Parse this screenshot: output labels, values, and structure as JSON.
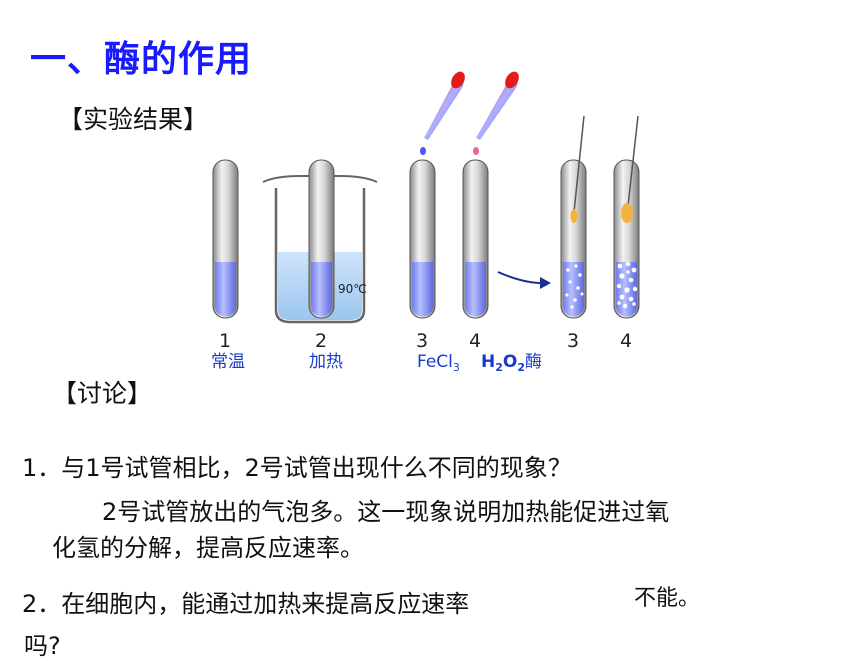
{
  "title": "一、酶的作用",
  "result_label": "【实验结果】",
  "discussion_label": "【讨论】",
  "beaker_temp": "90℃",
  "tube_numbers": [
    "1",
    "2",
    "3",
    "4",
    "3",
    "4"
  ],
  "captions": {
    "t1": "常温",
    "t2": "加热",
    "fecl3_main": "FeCl",
    "fecl3_sub": "3",
    "h2o2_h": "H",
    "h2o2_sub1": "2",
    "h2o2_o": "O",
    "h2o2_sub2": "2",
    "h2o2_enzyme": "酶"
  },
  "questions": {
    "q1": "1．与1号试管相比，2号试管出现什么不同的现象？",
    "a1_line1": "2号试管放出的气泡多。这一现象说明加热能促进过氧",
    "a1_line2": "化氢的分解，提高反应速率。",
    "q2_line1": "2．在细胞内，能通过加热来提高反应速率",
    "a2": "不能。",
    "q2_line2": "吗?"
  }
}
